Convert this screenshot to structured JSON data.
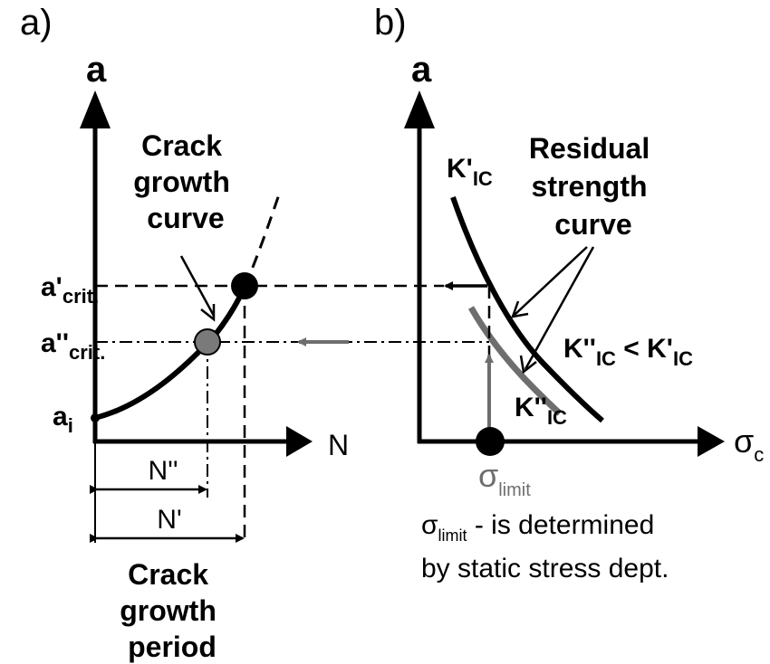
{
  "panel_a": {
    "label": "a)",
    "y_axis_label": "a",
    "x_axis_label": "N",
    "curve_title": [
      "Crack",
      "growth",
      "curve"
    ],
    "a_crit_1": {
      "base": "a'",
      "sub": "crit."
    },
    "a_crit_2": {
      "base": "a''",
      "sub": "crit."
    },
    "a_i": {
      "base": "a",
      "sub": "i"
    },
    "n2_label": "N''",
    "n1_label": "N'",
    "period_title": [
      "Crack",
      "growth",
      "period"
    ]
  },
  "panel_b": {
    "label": "b)",
    "y_axis_label": "a",
    "x_axis_label": {
      "base": "σ",
      "sub": "c"
    },
    "k1_curve_label": {
      "base": "K'",
      "sub": "IC"
    },
    "k2_curve_label": {
      "base": "K''",
      "sub": "IC"
    },
    "residual_title": [
      "Residual",
      "strength",
      "curve"
    ],
    "inequality": {
      "left": "K''",
      "left_sub": "IC",
      "op": " < ",
      "right": "K'",
      "right_sub": "IC"
    },
    "sigma_limit": {
      "base": "σ",
      "sub": "limit"
    },
    "note": {
      "symbol": "σ",
      "symbol_sub": "limit",
      "line1": " - is determined",
      "line2": "by static stress dept."
    }
  },
  "colors": {
    "black": "#000000",
    "gray": "#6e6e6e",
    "marker_gray": "#7a7a7a"
  }
}
